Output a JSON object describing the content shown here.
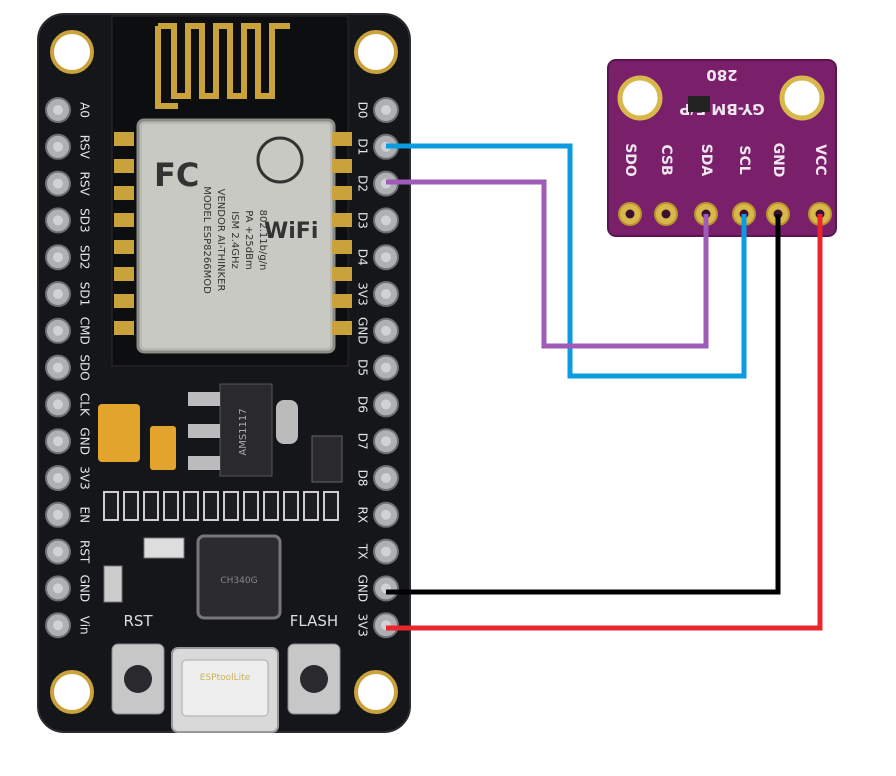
{
  "nodemcu": {
    "left_pins": [
      "A0",
      "RSV",
      "RSV",
      "SD3",
      "SD2",
      "SD1",
      "CMD",
      "SDO",
      "CLK",
      "GND",
      "3V3",
      "EN",
      "RST",
      "GND",
      "Vin"
    ],
    "right_pins": [
      "D0",
      "D1",
      "D2",
      "D3",
      "D4",
      "3V3",
      "GND",
      "D5",
      "D6",
      "D7",
      "D8",
      "RX",
      "TX",
      "GND",
      "3V3"
    ],
    "module_text": {
      "brand": "FC",
      "lines": [
        "MODEL ESP8266MOD",
        "VENDOR AI-THINKER",
        "ISM 2.4GHz",
        "PA +25dBm",
        "802.11b/g/n"
      ],
      "wifi": "WiFi"
    },
    "regulator": "AMS1117",
    "chip": "CH340G",
    "usb_text": "ESPtoolLite",
    "rst_label": "RST",
    "flash_label": "FLASH"
  },
  "sensor": {
    "title": "GY-BM E/P",
    "model": "280",
    "pins": [
      "SDO",
      "CSB",
      "SDA",
      "SCL",
      "GND",
      "VCC"
    ]
  },
  "wires": [
    {
      "from": "D1",
      "to": "SCL",
      "color": "#0a9be0"
    },
    {
      "from": "D2",
      "to": "SDA",
      "color": "#a05ab8"
    },
    {
      "from": "GND",
      "to": "GND",
      "color": "#000000"
    },
    {
      "from": "3V3",
      "to": "VCC",
      "color": "#e8262b"
    }
  ]
}
